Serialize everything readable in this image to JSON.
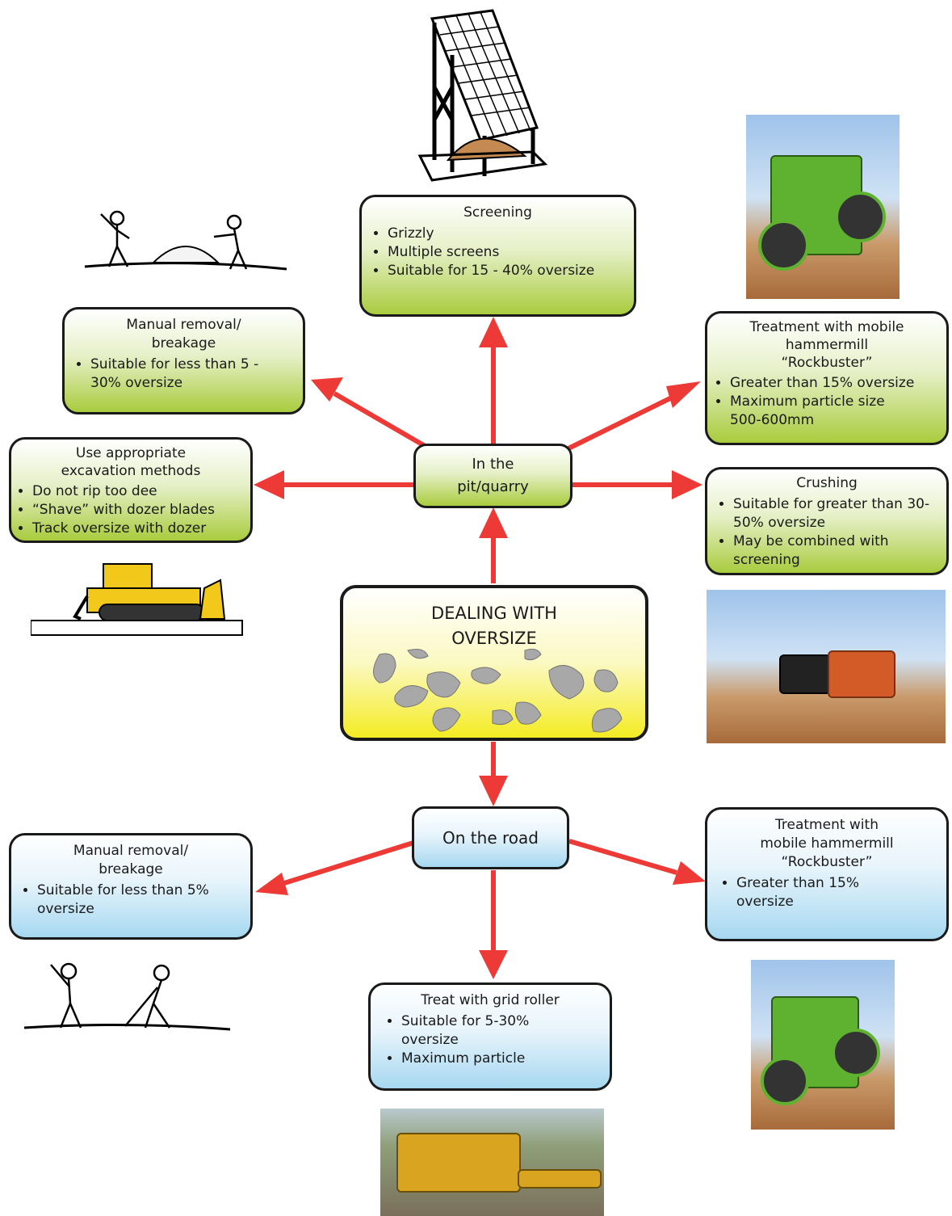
{
  "center": {
    "line1": "DEALING WITH",
    "line2": "OVERSIZE"
  },
  "hubs": {
    "pit": {
      "line1": "In the",
      "line2": "pit/quarry"
    },
    "road": {
      "label": "On the road"
    }
  },
  "pit_nodes": {
    "screening": {
      "title": "Screening",
      "bullets": [
        "Grizzly",
        "Multiple screens",
        "Suitable for 15 - 40% oversize"
      ]
    },
    "manual": {
      "title": "Manual  removal/ breakage",
      "bullets": [
        "Suitable for less than 5 - 30% oversize"
      ]
    },
    "excavation": {
      "title": "Use appropriate excavation methods",
      "bullets": [
        "Do not rip too dee",
        "“Shave” with dozer blades",
        "Track oversize with dozer"
      ]
    },
    "hammermill": {
      "title": "Treatment with mobile hammermill “Rockbuster”",
      "bullets": [
        "Greater than 15% oversize",
        "Maximum particle size 500-600mm"
      ]
    },
    "crushing": {
      "title": "Crushing",
      "bullets": [
        "Suitable for greater than 30-50% oversize",
        "May be combined with screening"
      ]
    }
  },
  "road_nodes": {
    "manual": {
      "title": "Manual removal/ breakage",
      "bullets": [
        "Suitable for less than 5% oversize"
      ]
    },
    "hammermill": {
      "title": "Treatment with mobile hammermill “Rockbuster”",
      "bullets": [
        "Greater than 15% oversize"
      ]
    },
    "grid_roller": {
      "title": "Treat with grid roller",
      "bullets": [
        "Suitable for 5-30% oversize",
        "Maximum particle"
      ]
    }
  },
  "colors": {
    "arrow": "#ee3a36",
    "green": "#a9cc3e",
    "blue": "#a6d8f1",
    "yellow": "#f4ec22",
    "rock": "#a8a8a8"
  }
}
